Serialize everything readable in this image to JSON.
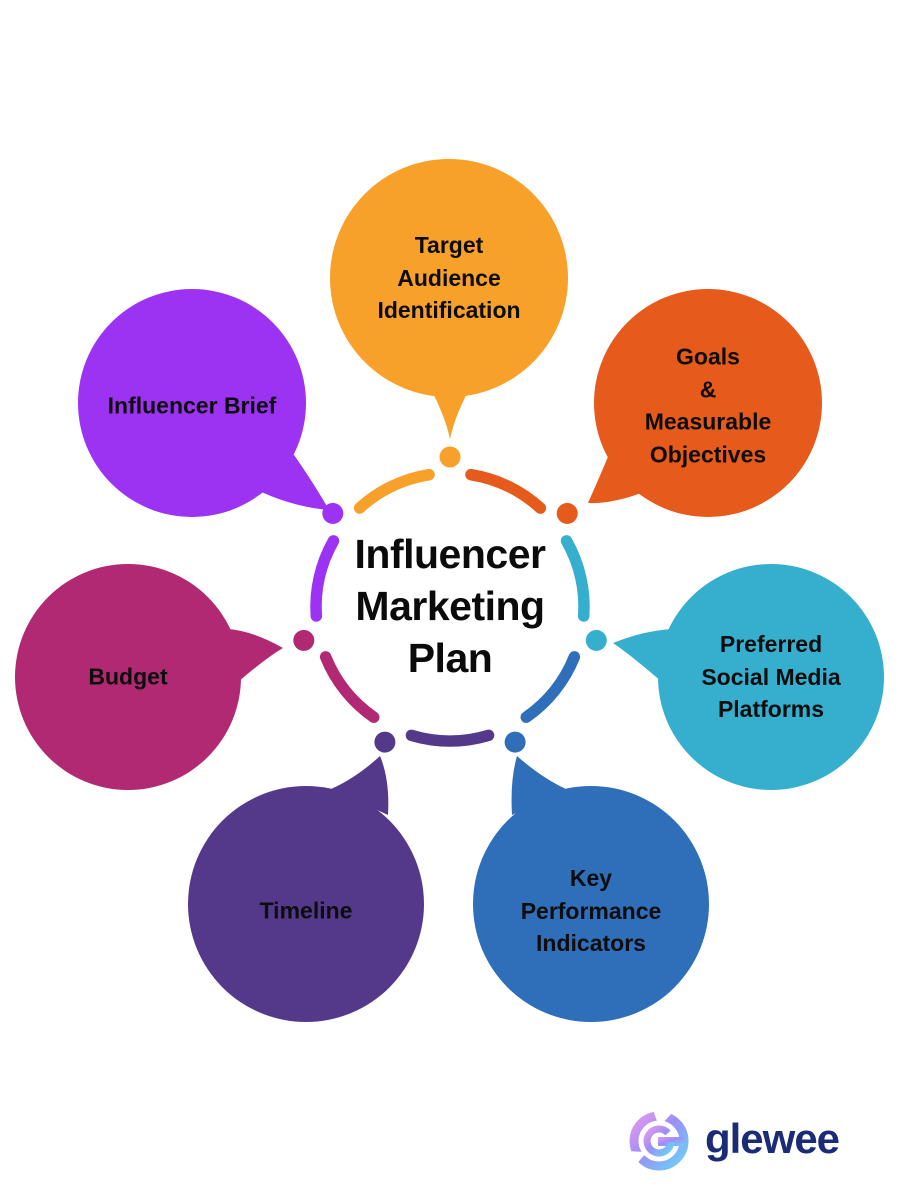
{
  "title": {
    "text": "Influencer\nMarketing\nPlan"
  },
  "bubbles": [
    {
      "id": "target-audience-identification",
      "label": "Target\nAudience\nIdentification",
      "color": "#F7A12B"
    },
    {
      "id": "goals-measurable-objectives",
      "label": "Goals\n&\nMeasurable\nObjectives",
      "color": "#E65A1B"
    },
    {
      "id": "preferred-social-media-platforms",
      "label": "Preferred\nSocial Media\nPlatforms",
      "color": "#36AFCE"
    },
    {
      "id": "key-performance-indicators",
      "label": "Key\nPerformance\nIndicators",
      "color": "#2F6EB9"
    },
    {
      "id": "timeline",
      "label": "Timeline",
      "color": "#54398B"
    },
    {
      "id": "budget",
      "label": "Budget",
      "color": "#B12973"
    },
    {
      "id": "influencer-brief",
      "label": "Influencer Brief",
      "color": "#9C33F3"
    }
  ],
  "ring": {
    "segments": [
      "#E65A1B",
      "#36AFCE",
      "#2F6EB9",
      "#54398B",
      "#B12973",
      "#9C33F3",
      "#F7A12B"
    ],
    "dots": [
      "#F7A12B",
      "#E65A1B",
      "#36AFCE",
      "#2F6EB9",
      "#54398B",
      "#B12973",
      "#9C33F3"
    ]
  },
  "logo": {
    "wordmark": "glewee",
    "color": "#1B2B78",
    "gradient": {
      "from": "#E09AEC",
      "mid": "#9E8DF6",
      "to": "#68D3F8"
    }
  }
}
